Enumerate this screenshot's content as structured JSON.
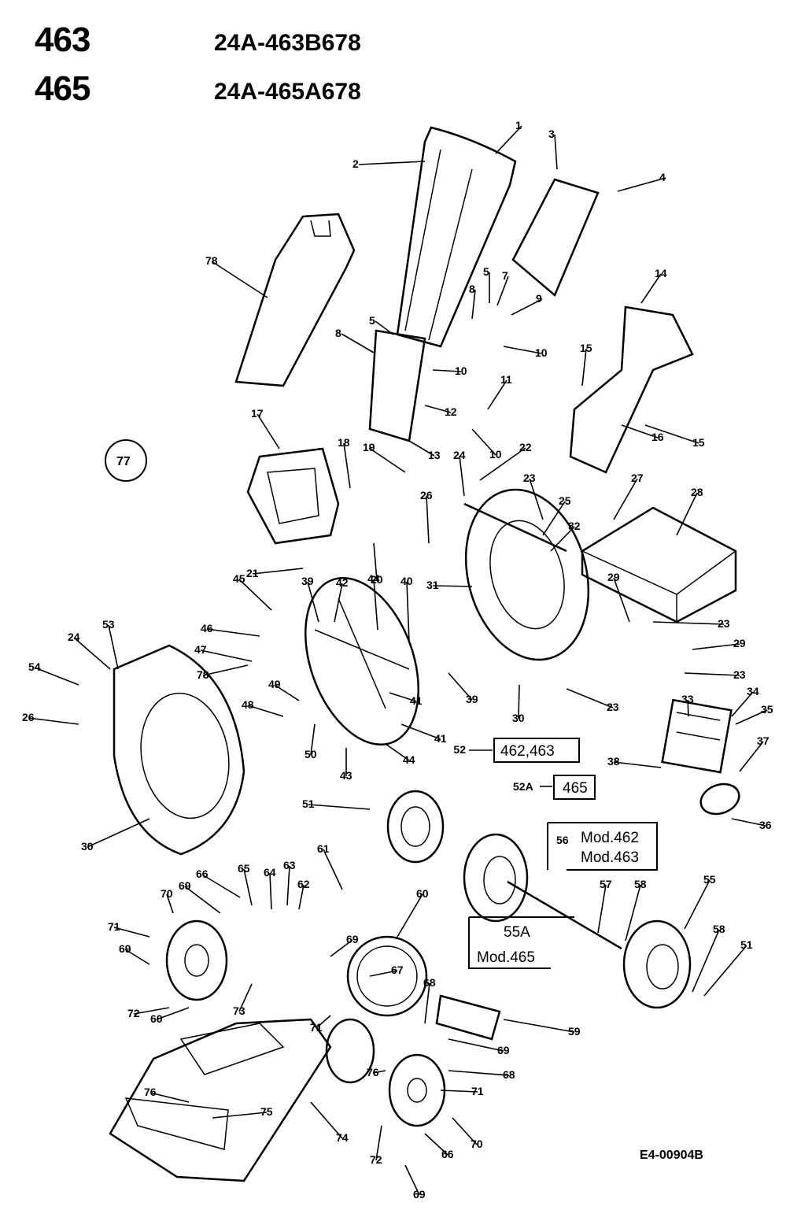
{
  "header": {
    "models": [
      {
        "number": "463",
        "code": "24A-463B678"
      },
      {
        "number": "465",
        "code": "24A-465A678"
      }
    ]
  },
  "diagram_ref": "E4-00904B",
  "kit_ref": "77",
  "boxes": {
    "b1": "462,463",
    "b2": "465",
    "b3": [
      "Mod.462",
      "Mod.463"
    ],
    "b4": [
      "55A",
      "Mod.465"
    ]
  },
  "callout_52": "52",
  "callout_52A": "52A",
  "callout_56": "56",
  "parts": [
    "1",
    "2",
    "3",
    "4",
    "5",
    "7",
    "8",
    "9",
    "10",
    "11",
    "12",
    "13",
    "14",
    "15",
    "16",
    "17",
    "18",
    "19",
    "20",
    "21",
    "22",
    "23",
    "24",
    "25",
    "26",
    "27",
    "28",
    "29",
    "30",
    "31",
    "32",
    "33",
    "34",
    "35",
    "36",
    "37",
    "38",
    "39",
    "40",
    "41",
    "42",
    "43",
    "44",
    "45",
    "46",
    "47",
    "48",
    "49",
    "50",
    "51",
    "53",
    "54",
    "55",
    "57",
    "58",
    "59",
    "60",
    "61",
    "62",
    "63",
    "64",
    "65",
    "66",
    "67",
    "68",
    "69",
    "70",
    "71",
    "72",
    "73",
    "74",
    "75",
    "76",
    "78"
  ]
}
